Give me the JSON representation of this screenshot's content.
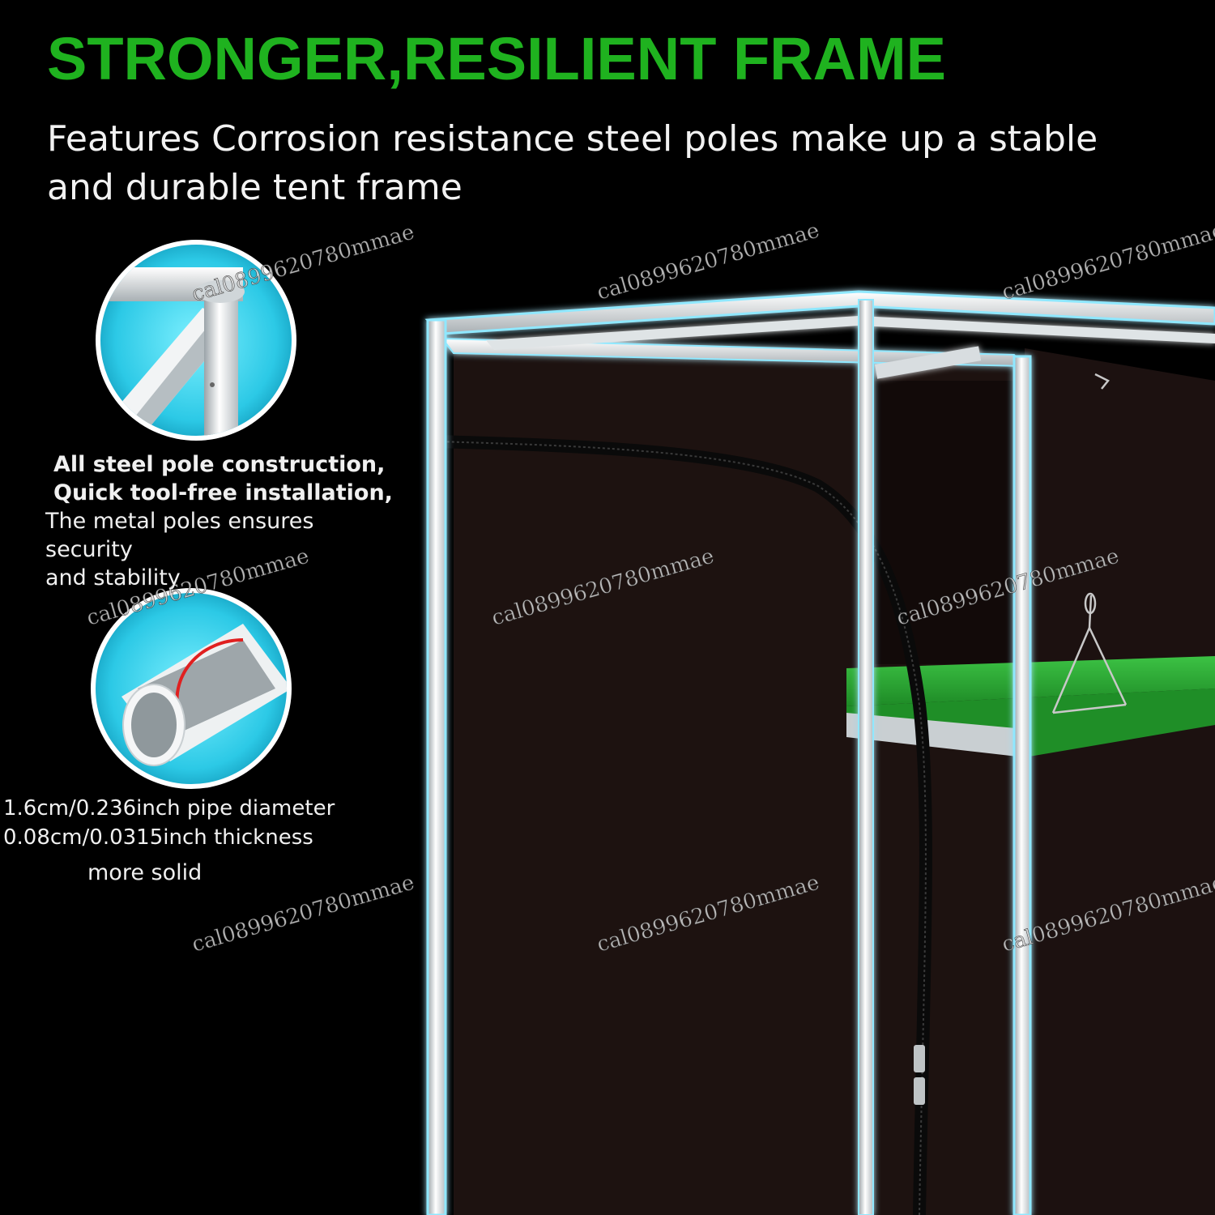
{
  "header": {
    "title": "STRONGER,RESILIENT FRAME",
    "subtitle": "Features Corrosion resistance steel poles make up a stable and durable tent frame"
  },
  "feature_block": {
    "bold_line_1": "All steel pole construction,",
    "bold_line_2": "Quick tool-free installation,",
    "regular_line_1": "The metal poles ensures security",
    "regular_line_2": "and stability"
  },
  "spec_block": {
    "diameter": "1.6cm/0.236inch pipe diameter",
    "thickness": "0.08cm/0.0315inch thickness",
    "note": "more solid"
  },
  "watermark": "cal0899620780mmae",
  "colors": {
    "title_green": "#1fb21f",
    "frame_glow": "#8fe8ff",
    "circle_cyan": "#3ad6ef",
    "shelf_green": "#2faa35",
    "pipe_red": "#e02020"
  }
}
